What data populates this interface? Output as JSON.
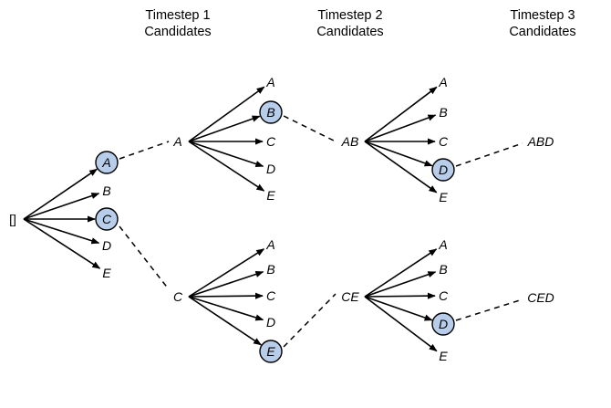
{
  "headers": [
    {
      "line1": "Timestep 1",
      "line2": "Candidates"
    },
    {
      "line1": "Timestep 2",
      "line2": "Candidates"
    },
    {
      "line1": "Timestep 3",
      "line2": "Candidates"
    }
  ],
  "root_label": "[]",
  "step1_candidates": [
    "A",
    "B",
    "C",
    "D",
    "E"
  ],
  "step1_selected": [
    "A",
    "C"
  ],
  "beams": [
    {
      "prefix": "A",
      "candidates": [
        "A",
        "B",
        "C",
        "D",
        "E"
      ],
      "selected": "B",
      "sequence": "AB",
      "next_candidates": [
        "A",
        "B",
        "C",
        "D",
        "E"
      ],
      "next_selected": "D",
      "result": "ABD"
    },
    {
      "prefix": "C",
      "candidates": [
        "A",
        "B",
        "C",
        "D",
        "E"
      ],
      "selected": "E",
      "sequence": "CE",
      "next_candidates": [
        "A",
        "B",
        "C",
        "D",
        "E"
      ],
      "next_selected": "D",
      "result": "CED"
    }
  ],
  "colors": {
    "selected_fill": "#b7cde9",
    "line": "#000000"
  }
}
